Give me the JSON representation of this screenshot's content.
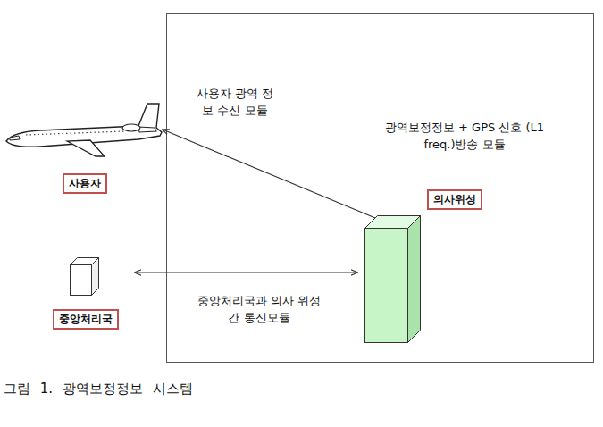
{
  "diagram": {
    "caption": "그림 1. 광역보정정보 시스템",
    "nodes": [
      {
        "text": [
          "사용자"
        ]
      },
      {
        "text": [
          "의사위성"
        ]
      },
      {
        "text": [
          "중앙처리국"
        ]
      }
    ],
    "edges": [
      {
        "from": 1,
        "to": 0,
        "arrow": "to",
        "label": "사용자 광역 정보 수신 모듈"
      },
      {
        "from": 2,
        "to": 1,
        "arrow": "both",
        "label": "중앙처리국과 의사 위성 간 통신모듈"
      }
    ],
    "labels": [
      "광역보정정보 + GPS 신호 (L1 freq.)방송 모듈"
    ]
  }
}
